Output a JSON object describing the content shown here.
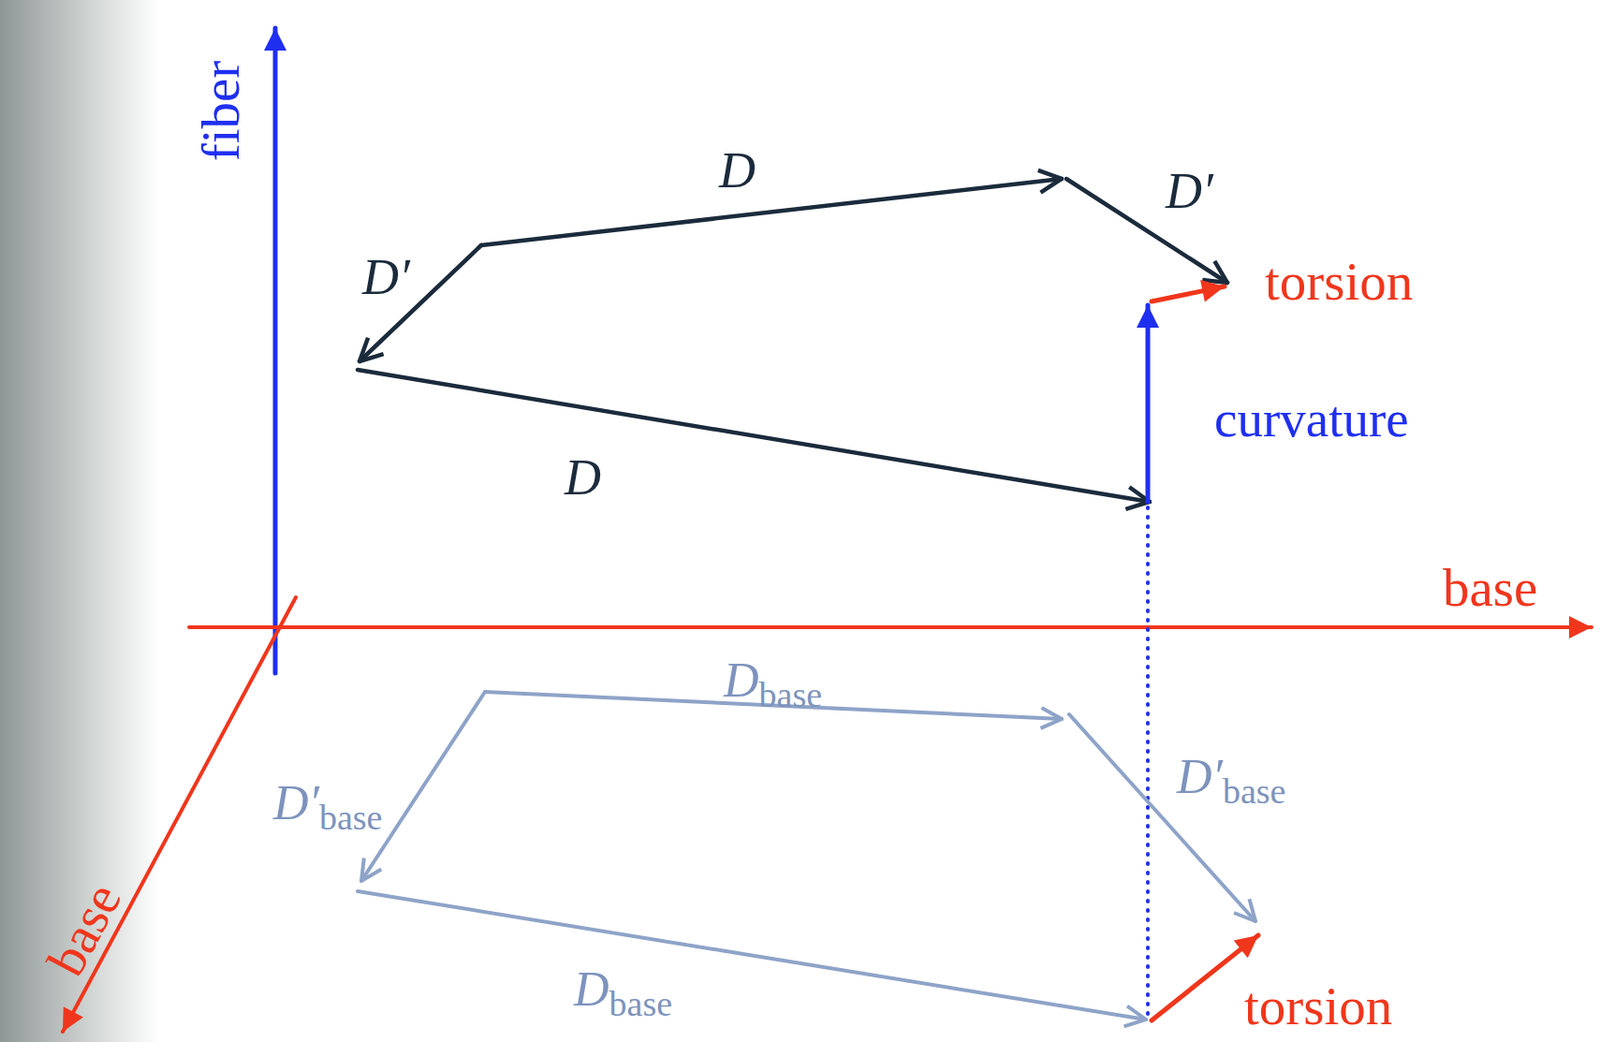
{
  "diagram": {
    "labels": [
      "fiber",
      "base",
      "base",
      "D",
      "D′",
      "D′",
      "D",
      "torsion",
      "curvature",
      "D",
      "base",
      "D′",
      "base",
      "D′",
      "base",
      "D",
      "base",
      "torsion"
    ]
  }
}
